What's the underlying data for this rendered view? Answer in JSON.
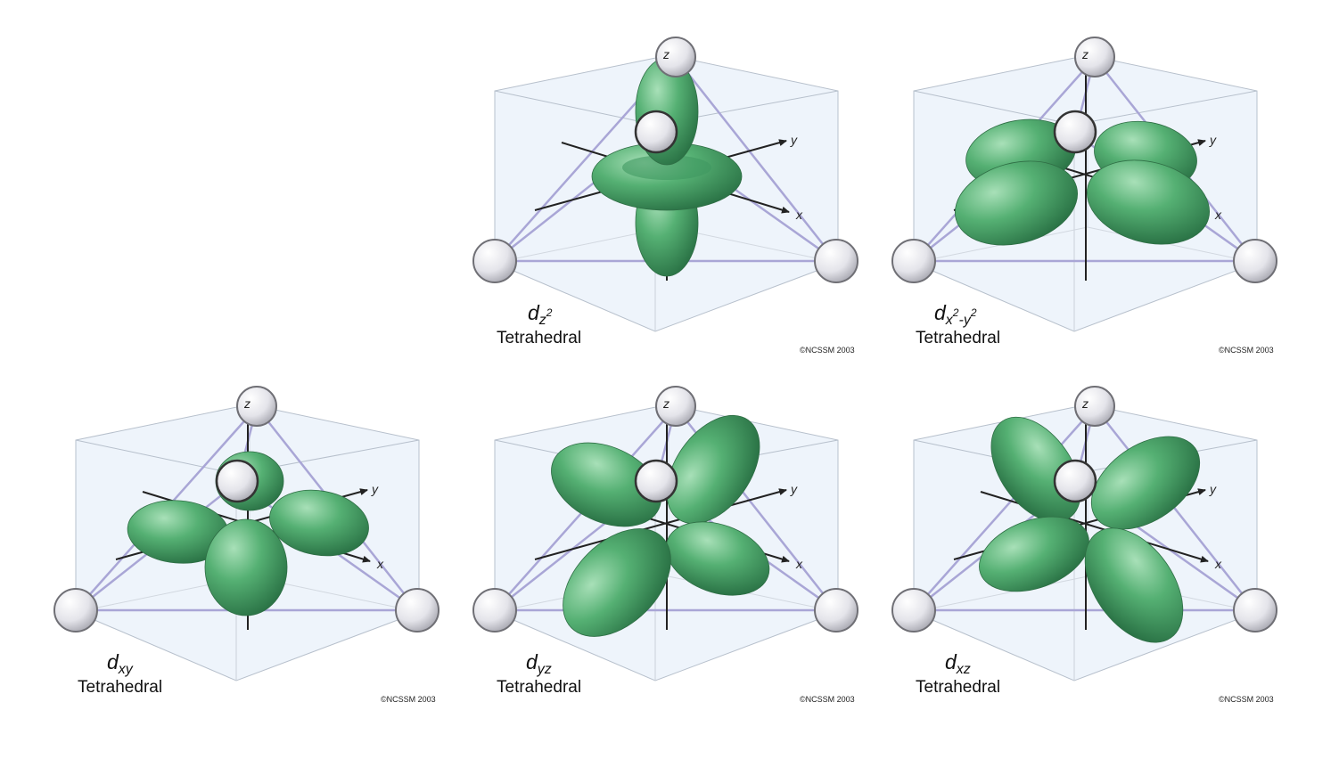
{
  "colors": {
    "cube_fill": "#eef4fb",
    "cube_edge": "#9aa6b8",
    "tetra_edge": "#a9a6d6",
    "axis": "#222222",
    "lobe_light": "#9ad6ab",
    "lobe_mid": "#4ea96c",
    "lobe_dark": "#2f7e4d",
    "ligand_light": "#ffffff",
    "ligand_dark": "#b9b9bf"
  },
  "panels": [
    {
      "id": "dz2",
      "orbital": {
        "base": "d",
        "sub": "z",
        "sup": "2"
      },
      "geometry": "Tetrahedral",
      "credit": "©NCSSM 2003",
      "axis_labels": {
        "x": "x",
        "y": "y",
        "z": "z"
      }
    },
    {
      "id": "dx2-y2",
      "orbital": {
        "base": "d",
        "sub": "x",
        "sup": "2",
        "sub2": "-y",
        "sup2": "2"
      },
      "geometry": "Tetrahedral",
      "credit": "©NCSSM 2003",
      "axis_labels": {
        "x": "x",
        "y": "y",
        "z": "z"
      }
    },
    {
      "id": "dxy",
      "orbital": {
        "base": "d",
        "sub": "xy"
      },
      "geometry": "Tetrahedral",
      "credit": "©NCSSM 2003",
      "axis_labels": {
        "x": "x",
        "y": "y",
        "z": "z"
      }
    },
    {
      "id": "dyz",
      "orbital": {
        "base": "d",
        "sub": "yz"
      },
      "geometry": "Tetrahedral",
      "credit": "©NCSSM 2003",
      "axis_labels": {
        "x": "x",
        "y": "y",
        "z": "z"
      }
    },
    {
      "id": "dxz",
      "orbital": {
        "base": "d",
        "sub": "xz"
      },
      "geometry": "Tetrahedral",
      "credit": "©NCSSM 2003",
      "axis_labels": {
        "x": "x",
        "y": "y",
        "z": "z"
      }
    }
  ]
}
